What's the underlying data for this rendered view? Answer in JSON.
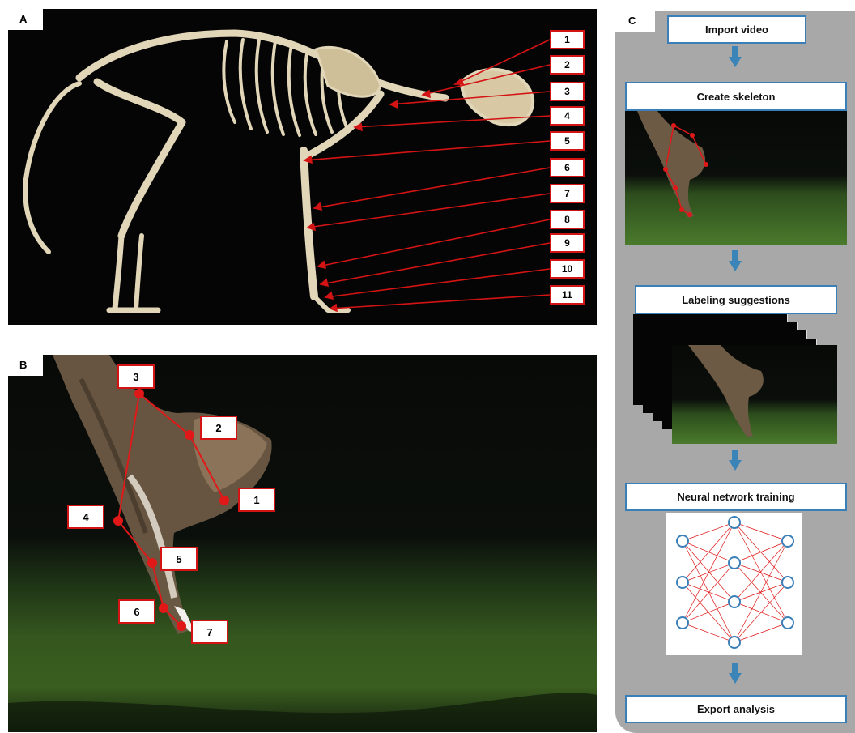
{
  "panel_a": {
    "letter": "A",
    "labels": [
      "1",
      "2",
      "3",
      "4",
      "5",
      "6",
      "7",
      "8",
      "9",
      "10",
      "11"
    ]
  },
  "panel_b": {
    "letter": "B",
    "labels": [
      "1",
      "2",
      "3",
      "4",
      "5",
      "6",
      "7"
    ]
  },
  "panel_c": {
    "letter": "C",
    "steps": [
      "Import video",
      "Create skeleton",
      "Labeling suggestions",
      "Neural network training",
      "Export analysis"
    ]
  },
  "colors": {
    "annotation_red": "#d41414",
    "step_border": "#3a7fb8",
    "arrow_blue": "#3a84b8",
    "panel_gray": "#a8a8a8"
  }
}
